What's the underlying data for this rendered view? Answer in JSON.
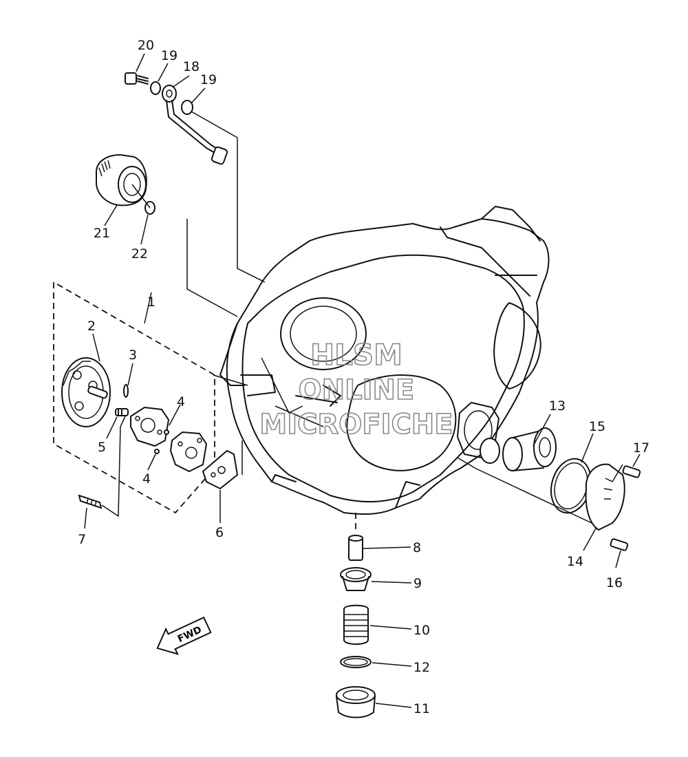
{
  "watermark": {
    "line1": "HLSM",
    "line2": "ONLINE",
    "line3": "MICROFICHE"
  },
  "fwd_arrow_label": "FWD",
  "callouts": [
    {
      "id": "c20",
      "text": "20"
    },
    {
      "id": "c19a",
      "text": "19"
    },
    {
      "id": "c18",
      "text": "18"
    },
    {
      "id": "c19b",
      "text": "19"
    },
    {
      "id": "c21",
      "text": "21"
    },
    {
      "id": "c22",
      "text": "22"
    },
    {
      "id": "c1",
      "text": "1"
    },
    {
      "id": "c2",
      "text": "2"
    },
    {
      "id": "c3",
      "text": "3"
    },
    {
      "id": "c4a",
      "text": "4"
    },
    {
      "id": "c4b",
      "text": "4"
    },
    {
      "id": "c5",
      "text": "5"
    },
    {
      "id": "c6",
      "text": "6"
    },
    {
      "id": "c7",
      "text": "7"
    },
    {
      "id": "c8",
      "text": "8"
    },
    {
      "id": "c9",
      "text": "9"
    },
    {
      "id": "c10",
      "text": "10"
    },
    {
      "id": "c11",
      "text": "11"
    },
    {
      "id": "c12",
      "text": "12"
    },
    {
      "id": "c13",
      "text": "13"
    },
    {
      "id": "c14",
      "text": "14"
    },
    {
      "id": "c15",
      "text": "15"
    },
    {
      "id": "c16",
      "text": "16"
    },
    {
      "id": "c17",
      "text": "17"
    }
  ]
}
